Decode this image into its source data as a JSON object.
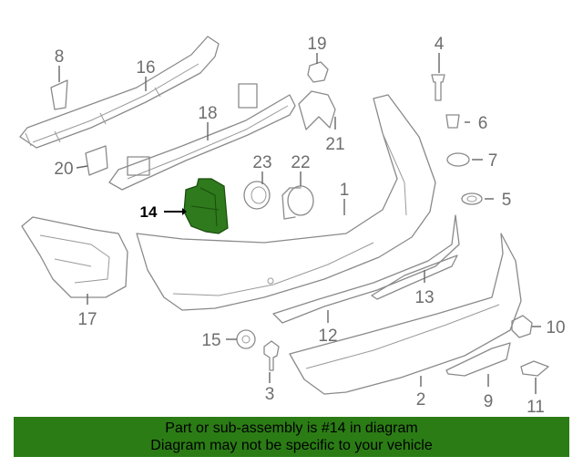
{
  "callouts": {
    "p1": "1",
    "p2": "2",
    "p3": "3",
    "p4": "4",
    "p5": "5",
    "p6": "6",
    "p7": "7",
    "p8": "8",
    "p9": "9",
    "p10": "10",
    "p11": "11",
    "p12": "12",
    "p13": "13",
    "p14": "14",
    "p15": "15",
    "p16": "16",
    "p17": "17",
    "p18": "18",
    "p19": "19",
    "p20": "20",
    "p21": "21",
    "p22": "22",
    "p23": "23"
  },
  "banner": {
    "line1": "Part or sub-assembly is #14 in diagram",
    "line2": "Diagram may not be specific to your vehicle"
  },
  "colors": {
    "highlight": "#2e7a1c",
    "banner": "#2b7c15",
    "line": "#8a8a8a"
  }
}
